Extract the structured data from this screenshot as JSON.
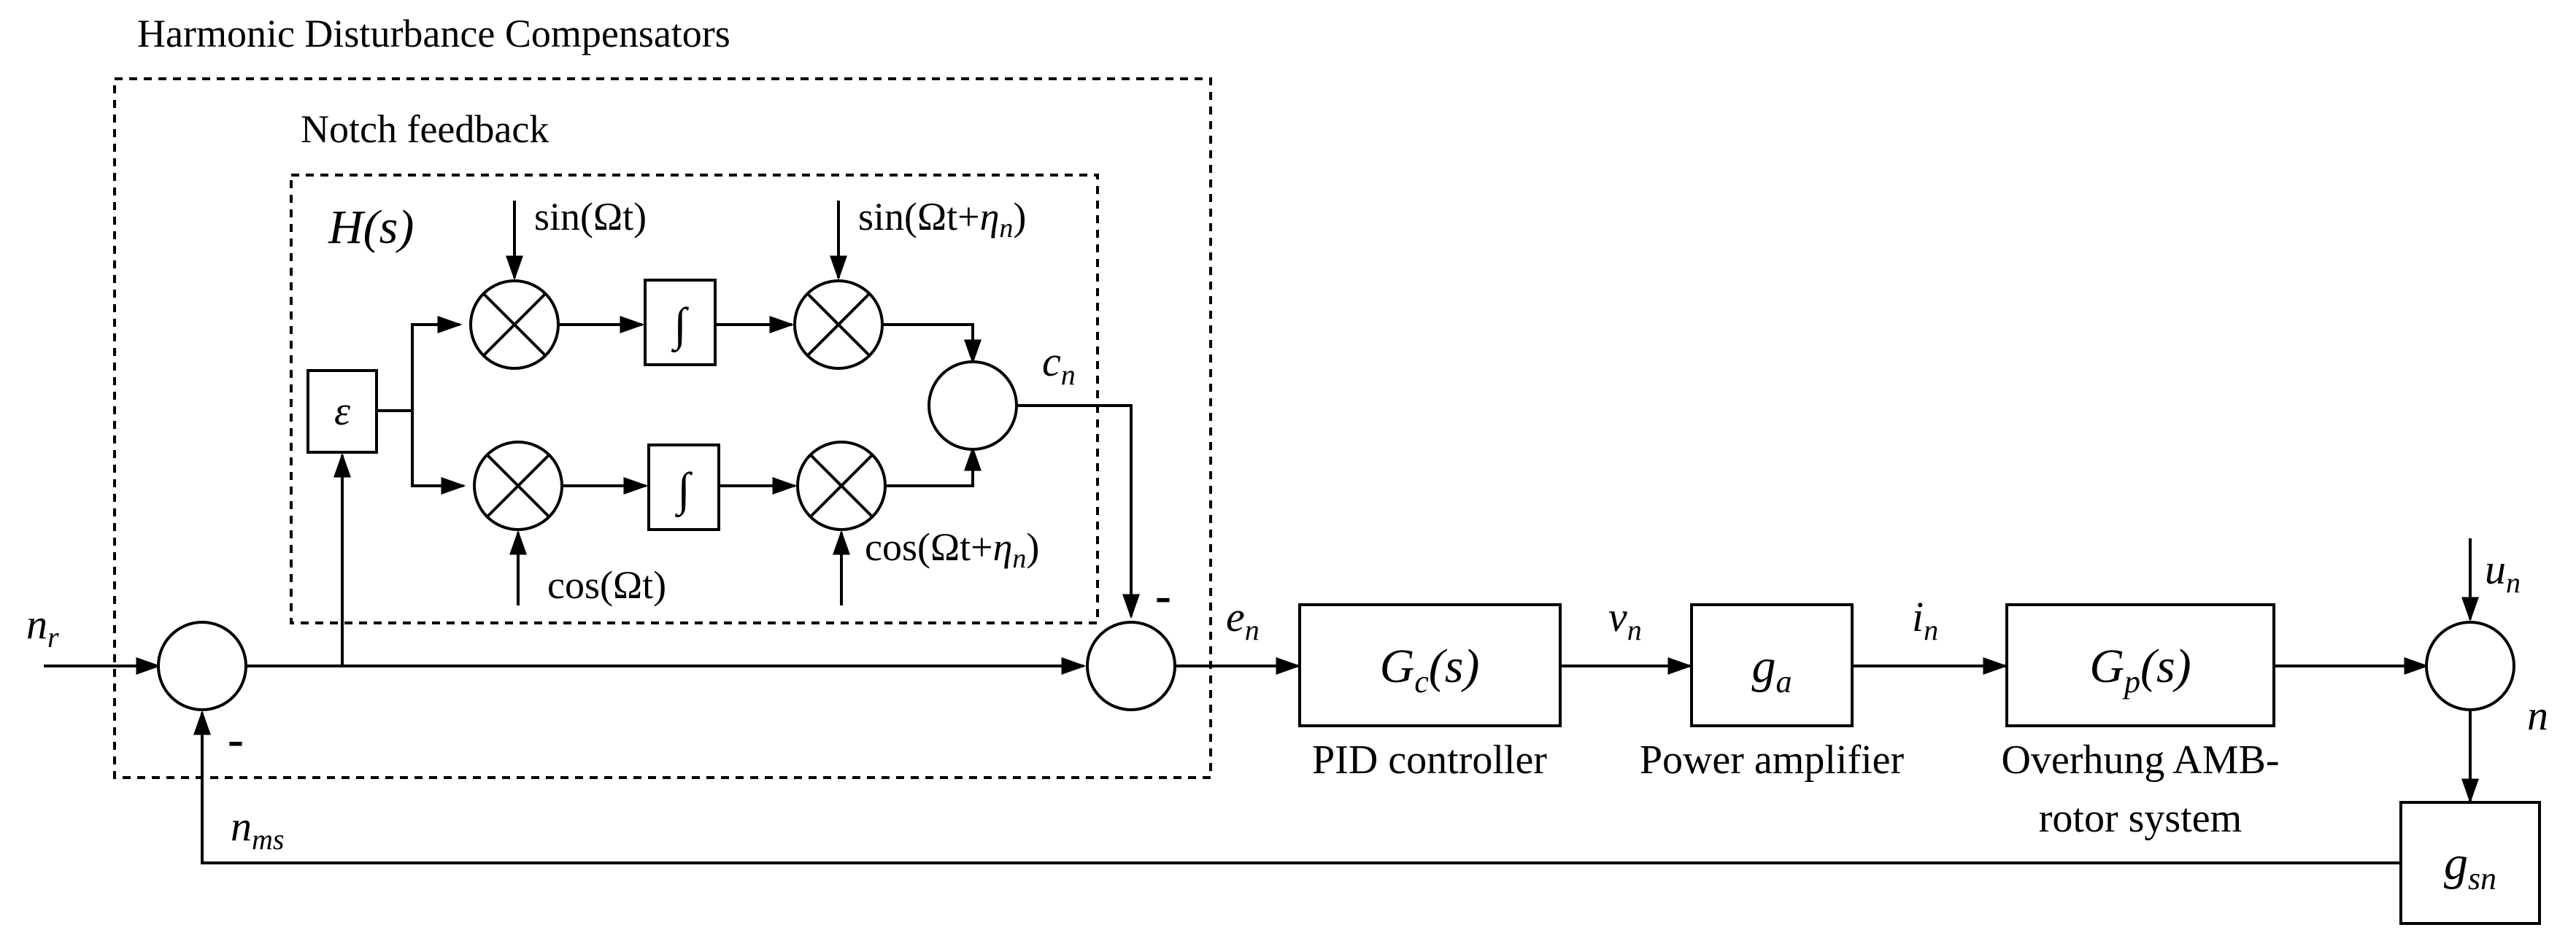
{
  "labels": {
    "outer_box_title": "Harmonic Disturbance Compensators",
    "inner_box_title": "Notch feedback",
    "hs_label": "H(s)",
    "eps_block": "ε",
    "integrator_symbol": "∫",
    "sin_input": "sin(Ωt)",
    "cos_input": "cos(Ωt)",
    "sin_shift_prefix": "sin(Ωt+",
    "cos_shift_prefix": "cos(Ωt+",
    "shift_symbol": "η",
    "shift_sub": "n",
    "shift_suffix": ")",
    "cn_main": "c",
    "cn_sub": "n",
    "nr_main": "n",
    "nr_sub": "r",
    "nms_main": "n",
    "nms_sub": "ms",
    "en_main": "e",
    "en_sub": "n",
    "vn_main": "v",
    "vn_sub": "n",
    "in_main": "i",
    "in_sub": "n",
    "un_main": "u",
    "un_sub": "n",
    "n_out": "n",
    "minus_sign": "-",
    "gc_main": "G",
    "gc_sub": "c",
    "gc_suffix": "(s)",
    "ga_main": "g",
    "ga_sub": "a",
    "gp_main": "G",
    "gp_sub": "p",
    "gp_suffix": "(s)",
    "gsn_main": "g",
    "gsn_sub": "sn",
    "pid_caption": "PID controller",
    "amp_caption": "Power amplifier",
    "rotor_caption_line1": "Overhung AMB-",
    "rotor_caption_line2": "rotor system"
  }
}
